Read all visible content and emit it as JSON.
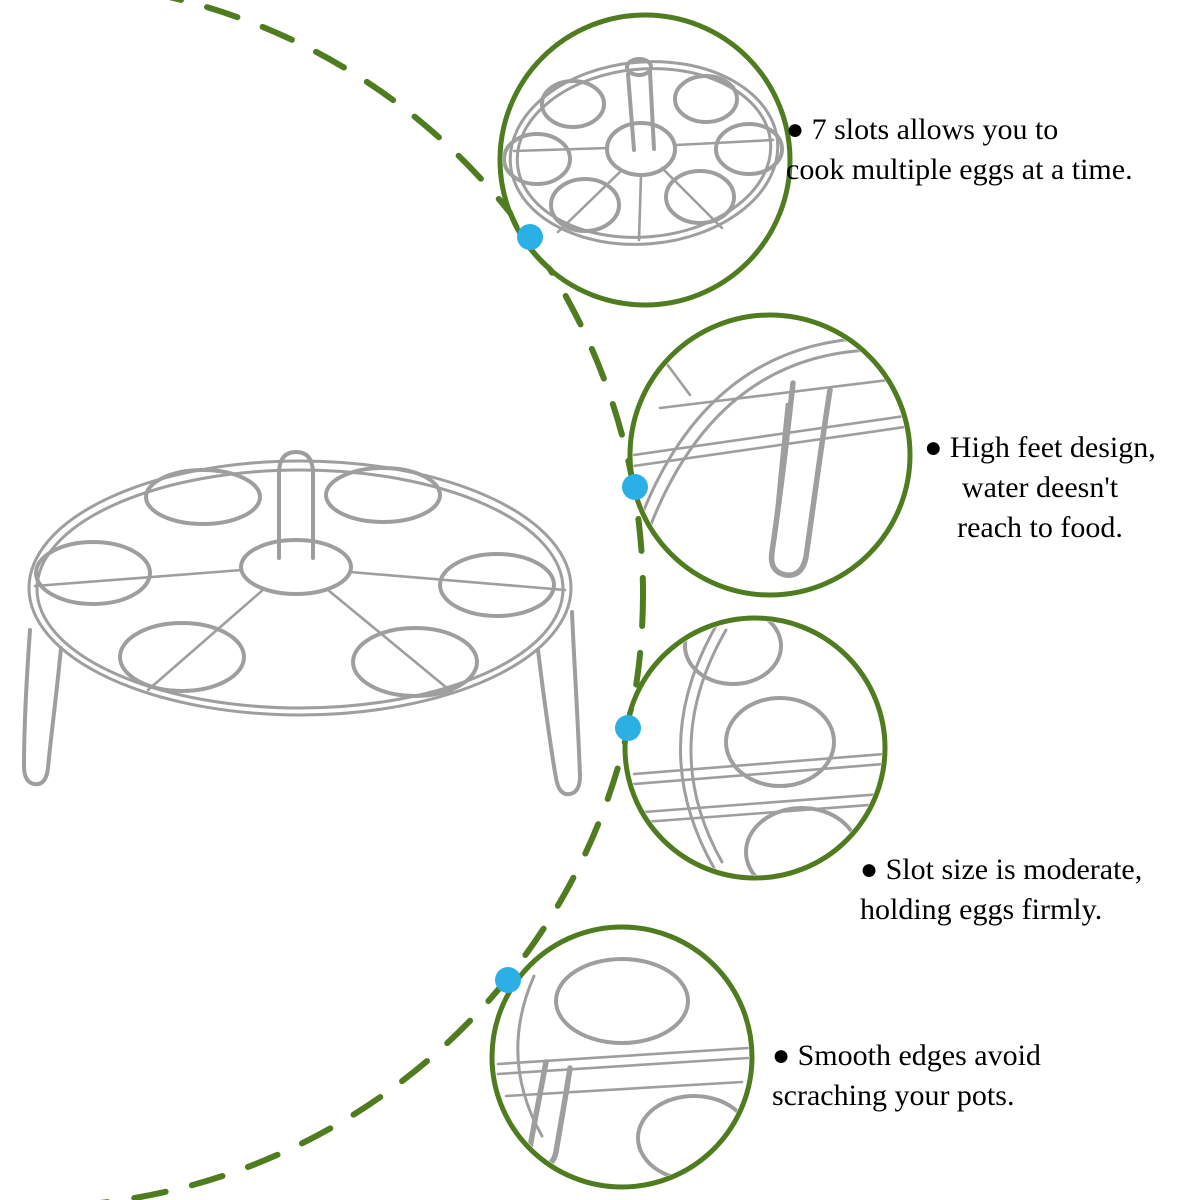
{
  "colors": {
    "accent_green": "#4e7c1f",
    "dot_blue": "#2bb0e6",
    "steel": "#9e9e9e",
    "text": "#000000",
    "background": "#ffffff"
  },
  "markers": {
    "connector_dot_shape": "filled-circle",
    "bullet_glyph": "●"
  },
  "features": [
    {
      "lines": [
        "● 7 slots allows you to",
        "cook multiple eggs at a time."
      ]
    },
    {
      "lines": [
        "● High feet design,",
        "water deesn't",
        "reach to food."
      ]
    },
    {
      "lines": [
        "● Slot size is moderate,",
        "holding eggs firmly."
      ]
    },
    {
      "lines": [
        "● Smooth edges avoid",
        "scraching your pots."
      ]
    }
  ]
}
